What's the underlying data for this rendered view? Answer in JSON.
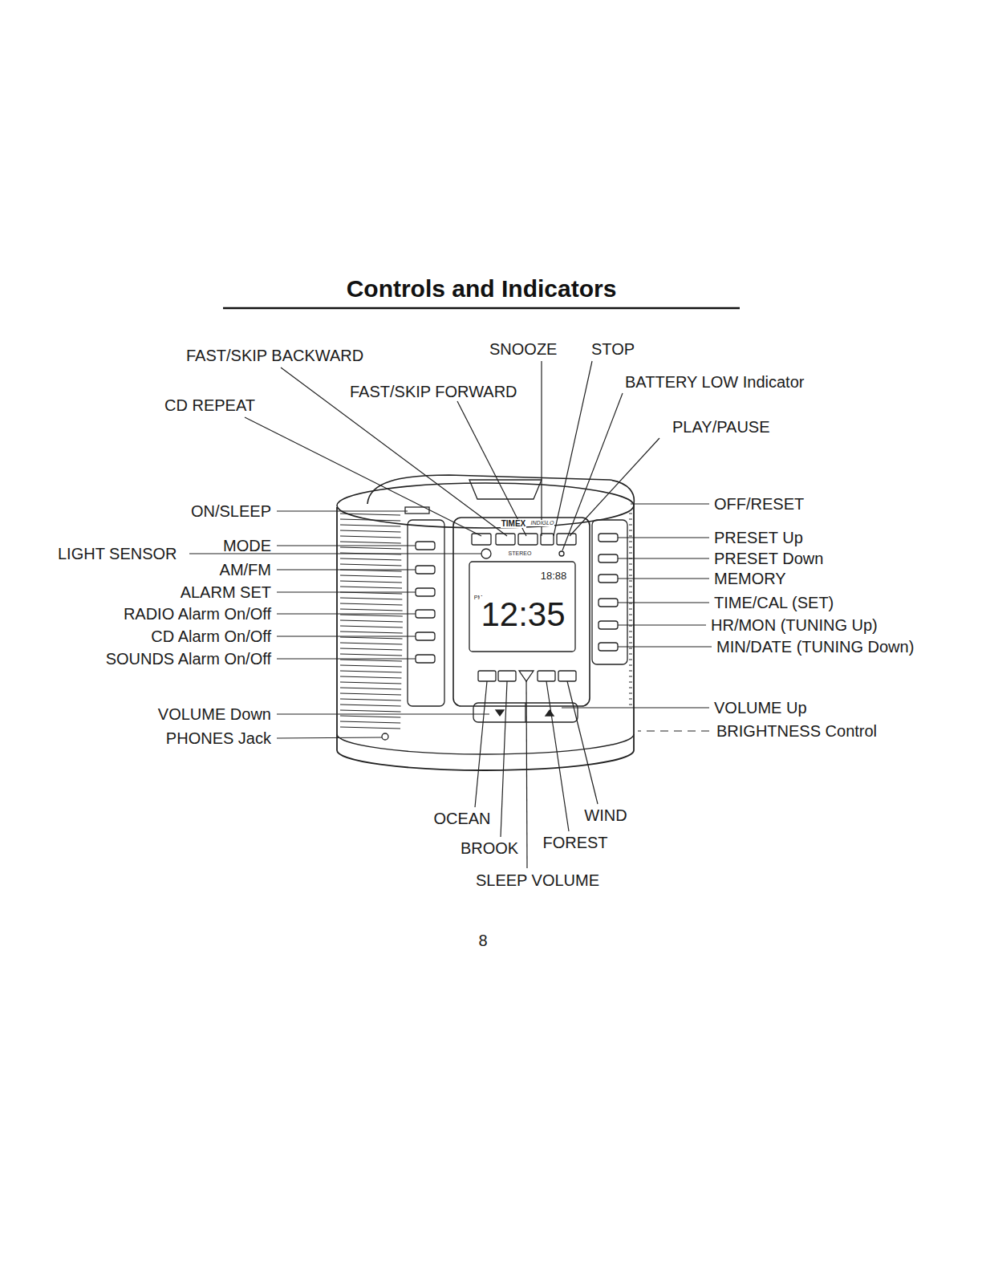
{
  "diagram": {
    "title": "Controls and Indicators",
    "labels": [
      "FAST/SKIP BACKWARD",
      "SNOOZE",
      "STOP",
      "BATTERY LOW Indicator",
      "FAST/SKIP FORWARD",
      "CD REPEAT",
      "PLAY/PAUSE",
      "ON/SLEEP",
      "OFF/RESET",
      "PRESET Up",
      "MODE",
      "LIGHT SENSOR",
      "PRESET Down",
      "AM/FM",
      "MEMORY",
      "ALARM SET",
      "TIME/CAL (SET)",
      "RADIO Alarm On/Off",
      "HR/MON (TUNING Up)",
      "CD Alarm On/Off",
      "MIN/DATE (TUNING Down)",
      "SOUNDS Alarm On/Off",
      "VOLUME Up",
      "VOLUME Down",
      "BRIGHTNESS Control",
      "PHONES Jack",
      "WIND",
      "OCEAN",
      "FOREST",
      "BROOK",
      "SLEEP VOLUME",
      "TIMEX",
      "INDIGLO",
      "STEREO",
      "18:88",
      "PM",
      "12:35",
      "8"
    ]
  }
}
